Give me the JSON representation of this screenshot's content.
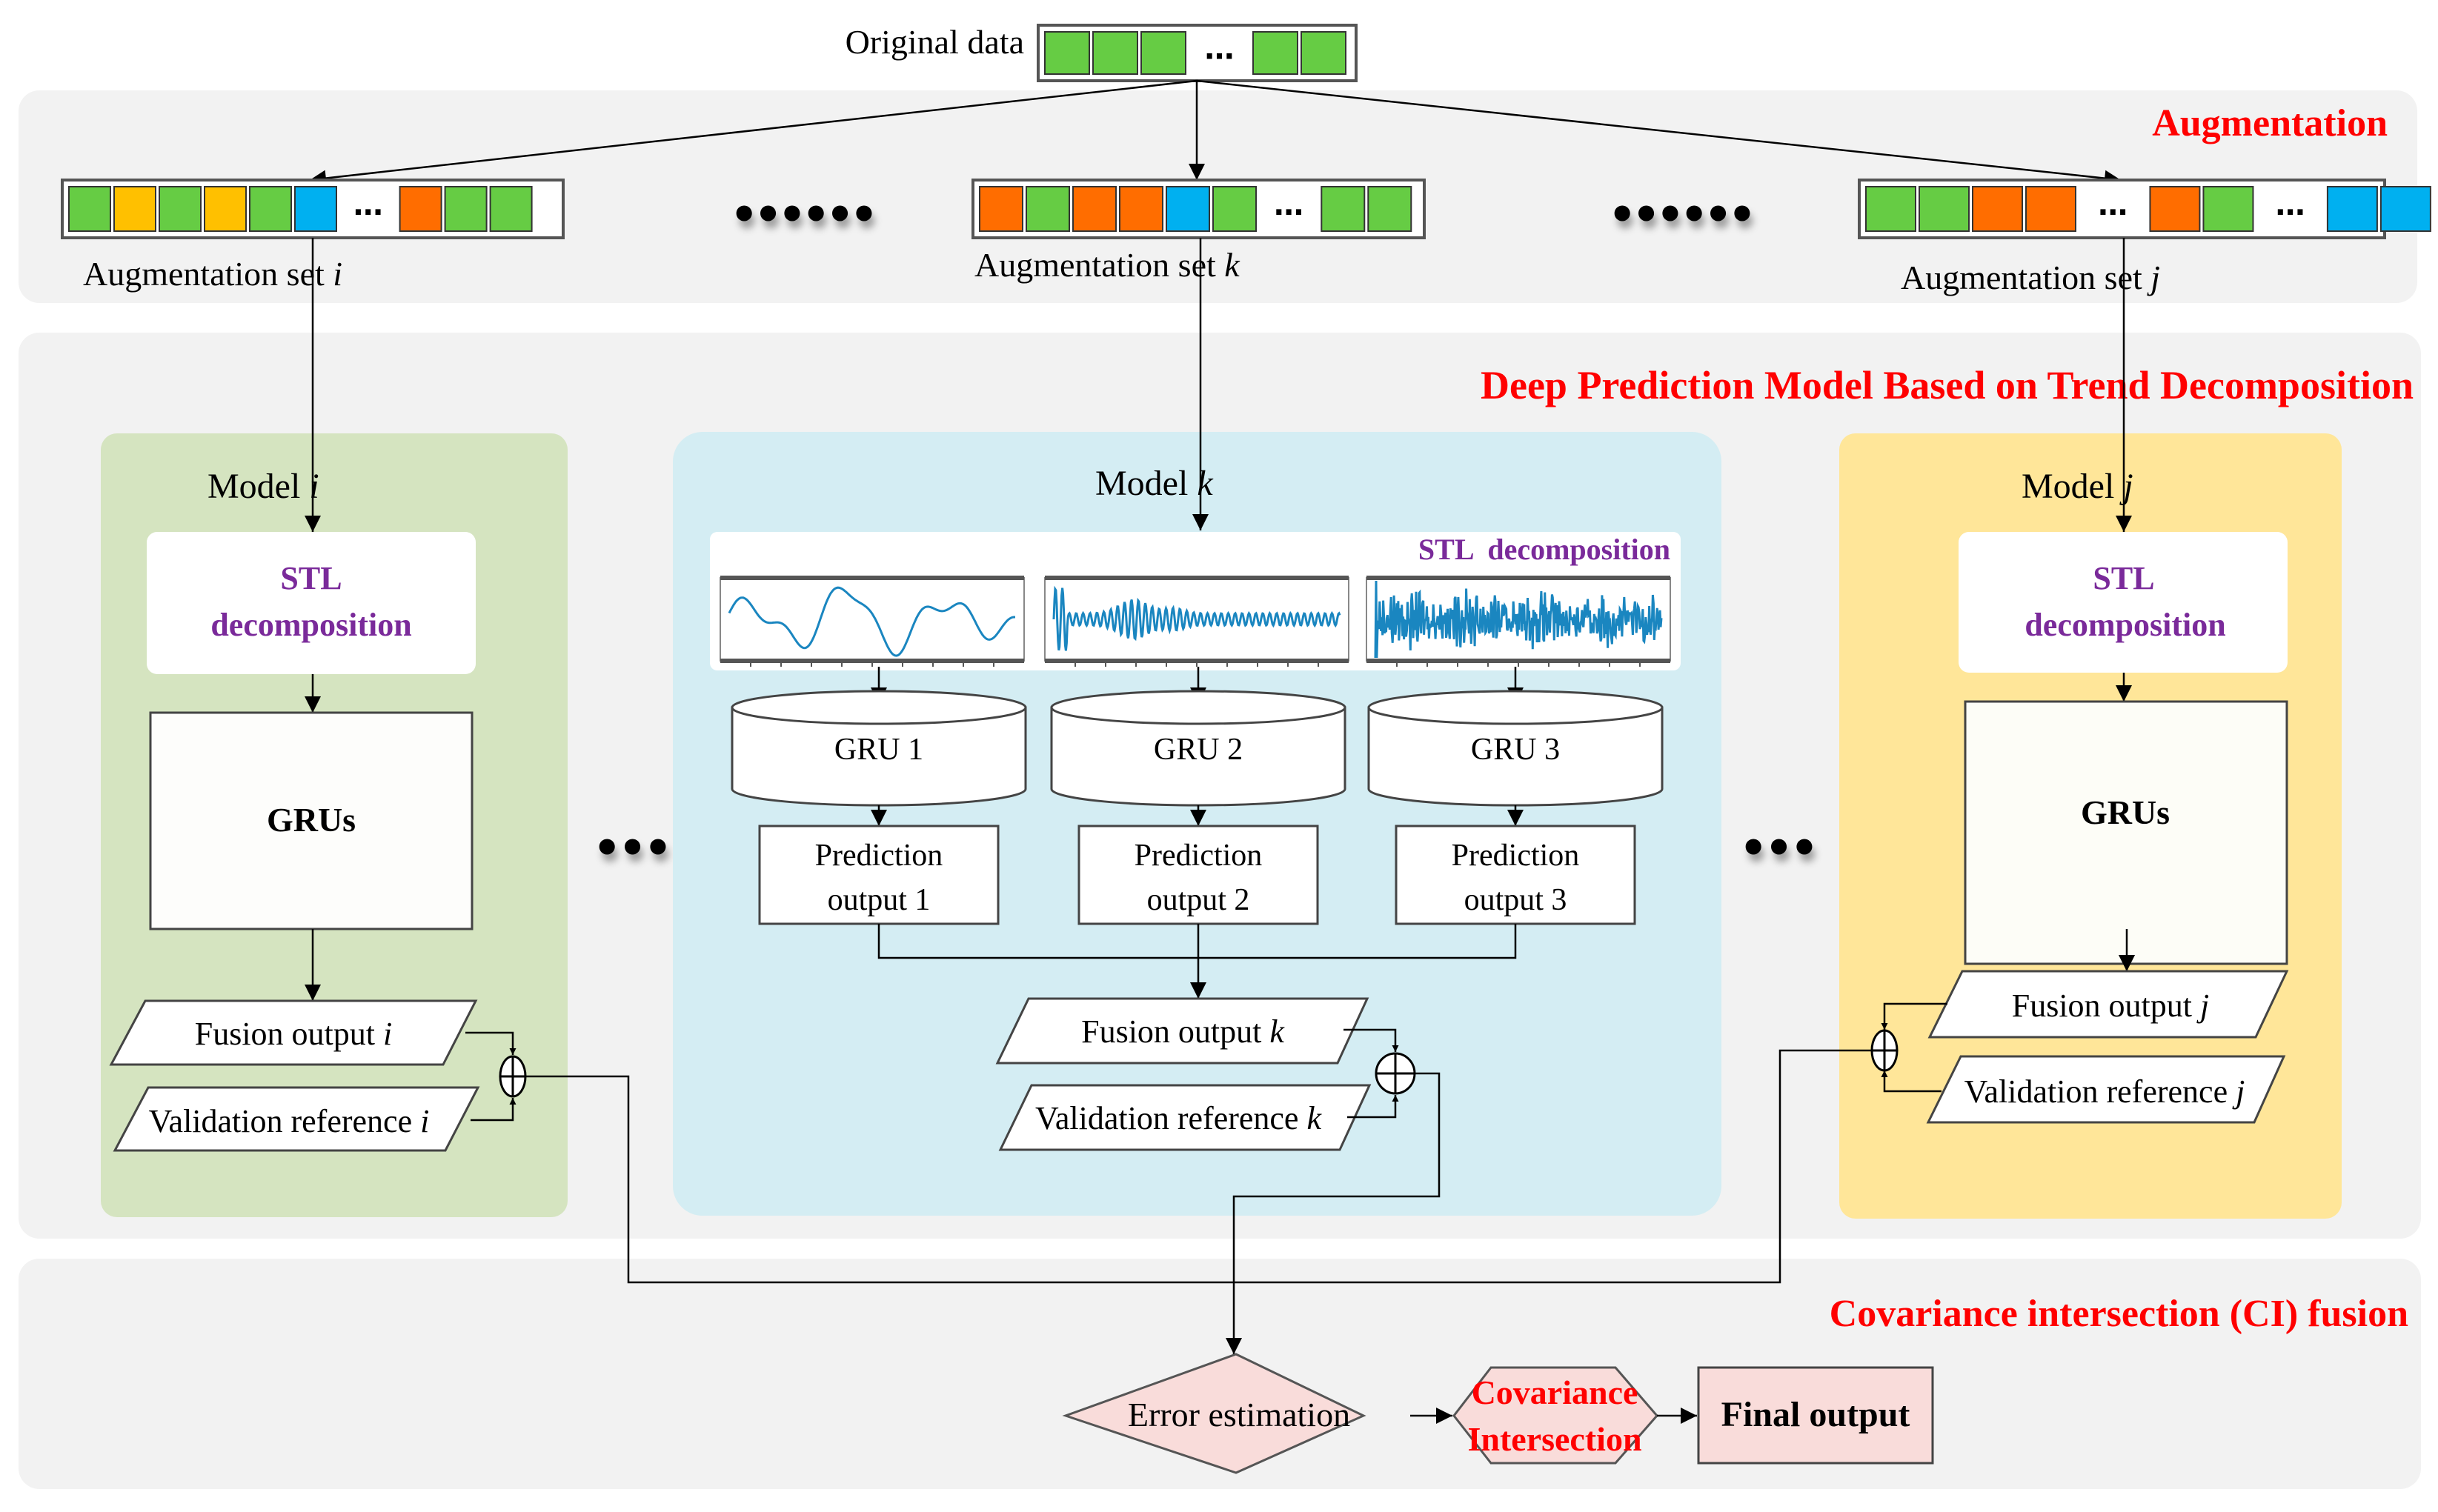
{
  "original": {
    "label": "Original data",
    "cells": [
      "green",
      "green",
      "green",
      "dots",
      "green",
      "green"
    ]
  },
  "colors": {
    "green": "#66cc44",
    "yellow": "#ffc000",
    "orange": "#ff6d00",
    "blue": "#00b0f0",
    "panel_gray": "#f2f2f2",
    "model_i_bg": "#d5e4c0",
    "model_k_bg": "#d4edf3",
    "model_j_bg": "#ffe699",
    "ci_node_bg": "#f9dcda",
    "section_title": "#ff0000",
    "stl_text": "#7a2a9a",
    "wave": "#1a86c0"
  },
  "augmentation": {
    "title": "Augmentation",
    "ellipsis": "••••••",
    "sets": [
      {
        "id": "i",
        "label": "Augmentation set ",
        "var": "i",
        "cells": [
          "green",
          "yellow",
          "green",
          "yellow",
          "green",
          "blue",
          "dots",
          "orange",
          "green",
          "green"
        ]
      },
      {
        "id": "k",
        "label": "Augmentation set ",
        "var": "k",
        "cells": [
          "orange",
          "green",
          "orange",
          "orange",
          "blue",
          "green",
          "dots",
          "green",
          "green"
        ]
      },
      {
        "id": "j",
        "label": "Augmentation set ",
        "var": "j",
        "cells": [
          "green",
          "green",
          "orange",
          "orange",
          "dots",
          "orange",
          "green",
          "dots",
          "blue",
          "blue"
        ]
      }
    ]
  },
  "prediction": {
    "title": "Deep Prediction Model Based on Trend Decomposition",
    "ellipsis": "•••",
    "model_i": {
      "label": "Model ",
      "var": "i",
      "stl_line1": "STL",
      "stl_line2": "decomposition",
      "grus": "GRUs",
      "fusion": "Fusion output ",
      "fusion_var": "i",
      "validation": "Validation reference ",
      "validation_var": "i"
    },
    "model_k": {
      "label": "Model ",
      "var": "k",
      "stl": "STL  decomposition",
      "grus": [
        "GRU 1",
        "GRU 2",
        "GRU 3"
      ],
      "outputs": [
        {
          "line1": "Prediction",
          "line2": "output 1"
        },
        {
          "line1": "Prediction",
          "line2": "output 2"
        },
        {
          "line1": "Prediction",
          "line2": "output 3"
        }
      ],
      "fusion": "Fusion output ",
      "fusion_var": "k",
      "validation": "Validation reference ",
      "validation_var": "k"
    },
    "model_j": {
      "label": "Model ",
      "var": "j",
      "stl_line1": "STL",
      "stl_line2": "decomposition",
      "grus": "GRUs",
      "fusion": "Fusion output ",
      "fusion_var": "j",
      "validation": "Validation reference ",
      "validation_var": "j"
    }
  },
  "ci": {
    "title": "Covariance intersection (CI) fusion",
    "error": "Error estimation",
    "cov_line1": "Covariance",
    "cov_line2": "Intersection",
    "final": "Final output"
  }
}
